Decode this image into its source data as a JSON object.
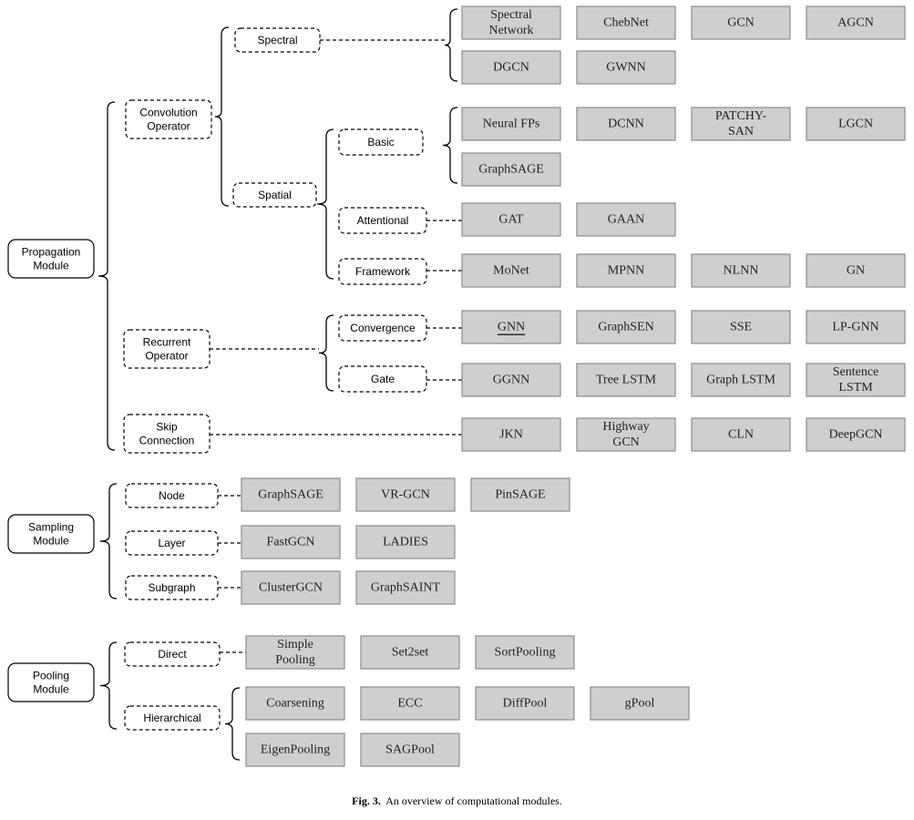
{
  "modules": {
    "propagation": {
      "label": [
        "Propagation",
        "Module"
      ],
      "convolution": {
        "label": [
          "Convolution",
          "Operator"
        ],
        "spectral": {
          "label": "Spectral",
          "models": [
            [
              "Spectral",
              "Network"
            ],
            [
              "ChebNet"
            ],
            [
              "GCN"
            ],
            [
              "AGCN"
            ],
            [
              "DGCN"
            ],
            [
              "GWNN"
            ]
          ]
        },
        "spatial": {
          "label": "Spatial",
          "basic": {
            "label": "Basic",
            "models": [
              [
                "Neural FPs"
              ],
              [
                "DCNN"
              ],
              [
                "PATCHY-",
                "SAN"
              ],
              [
                "LGCN"
              ],
              [
                "GraphSAGE"
              ]
            ]
          },
          "attentional": {
            "label": "Attentional",
            "models": [
              [
                "GAT"
              ],
              [
                "GAAN"
              ]
            ]
          },
          "framework": {
            "label": "Framework",
            "models": [
              [
                "MoNet"
              ],
              [
                "MPNN"
              ],
              [
                "NLNN"
              ],
              [
                "GN"
              ]
            ]
          }
        }
      },
      "recurrent": {
        "label": [
          "Recurrent",
          "Operator"
        ],
        "convergence": {
          "label": "Convergence",
          "models": [
            [
              "GNN"
            ],
            [
              "GraphSEN"
            ],
            [
              "SSE"
            ],
            [
              "LP-GNN"
            ]
          ]
        },
        "gate": {
          "label": "Gate",
          "models": [
            [
              "GGNN"
            ],
            [
              "Tree LSTM"
            ],
            [
              "Graph LSTM"
            ],
            [
              "Sentence",
              "LSTM"
            ]
          ]
        }
      },
      "skip": {
        "label": [
          "Skip",
          "Connection"
        ],
        "models": [
          [
            "JKN"
          ],
          [
            "Highway",
            "GCN"
          ],
          [
            "CLN"
          ],
          [
            "DeepGCN"
          ]
        ]
      }
    },
    "sampling": {
      "label": [
        "Sampling",
        "Module"
      ],
      "node": {
        "label": "Node",
        "models": [
          [
            "GraphSAGE"
          ],
          [
            "VR-GCN"
          ],
          [
            "PinSAGE"
          ]
        ]
      },
      "layer": {
        "label": "Layer",
        "models": [
          [
            "FastGCN"
          ],
          [
            "LADIES"
          ]
        ]
      },
      "subgraph": {
        "label": "Subgraph",
        "models": [
          [
            "ClusterGCN"
          ],
          [
            "GraphSAINT"
          ]
        ]
      }
    },
    "pooling": {
      "label": [
        "Pooling",
        "Module"
      ],
      "direct": {
        "label": "Direct",
        "models": [
          [
            "Simple",
            "Pooling"
          ],
          [
            "Set2set"
          ],
          [
            "SortPooling"
          ]
        ]
      },
      "hierarchical": {
        "label": "Hierarchical",
        "models": [
          [
            "Coarsening"
          ],
          [
            "ECC"
          ],
          [
            "DiffPool"
          ],
          [
            "gPool"
          ],
          [
            "EigenPooling"
          ],
          [
            "SAGPool"
          ]
        ]
      }
    }
  },
  "caption": {
    "prefix": "Fig. 3.",
    "text": "An overview of computational modules."
  }
}
